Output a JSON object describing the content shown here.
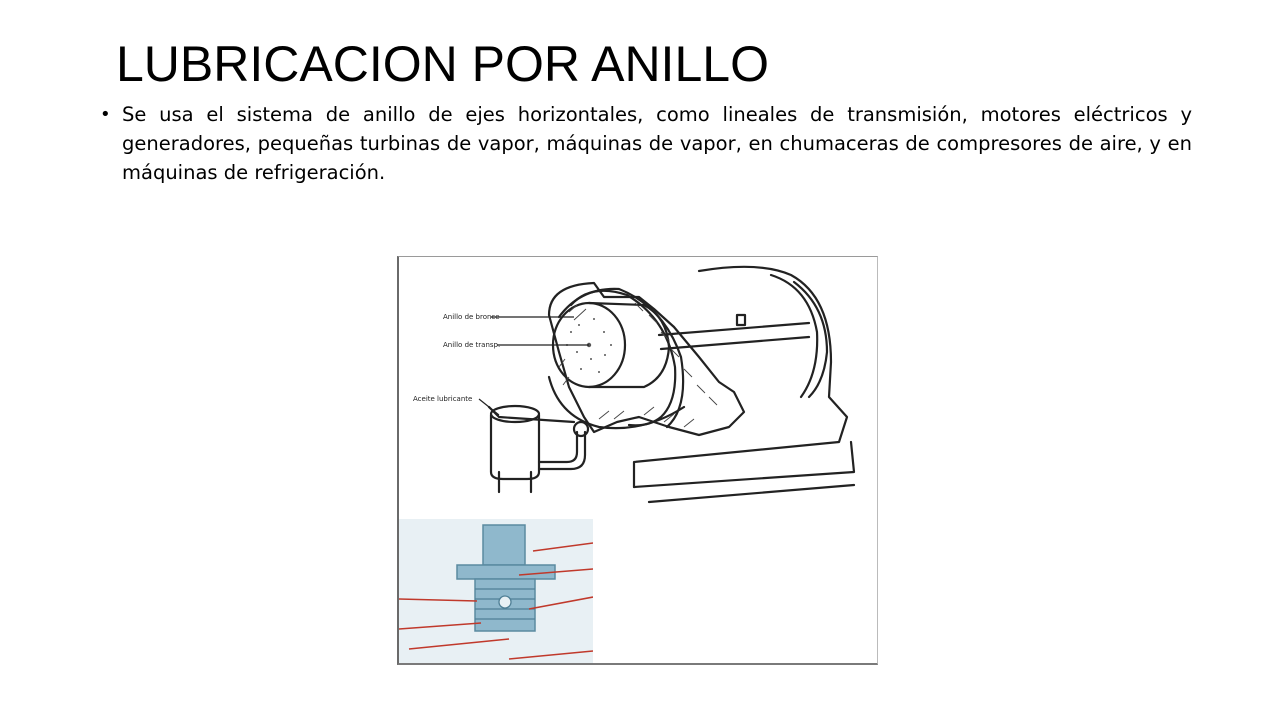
{
  "slide": {
    "title": "LUBRICACION POR ANILLO",
    "bullets": [
      {
        "marker": "•",
        "text": "Se usa el sistema de anillo de ejes horizontales, como lineales de transmisión, motores eléctricos y generadores, pequeñas turbinas de vapor, máquinas de vapor, en chumaceras de compresores de aire, y en máquinas de refrigeración."
      }
    ]
  },
  "figure": {
    "bearing_diagram": {
      "labels": [
        "Anillo de bronce",
        "Anillo de transp.",
        "Aceite lubricante"
      ],
      "line_color": "#222222"
    },
    "oil_cup_inset": {
      "background_color": "#e8f0f4",
      "part_color": "#8fb8cc",
      "leader_color": "#c0392b"
    }
  }
}
